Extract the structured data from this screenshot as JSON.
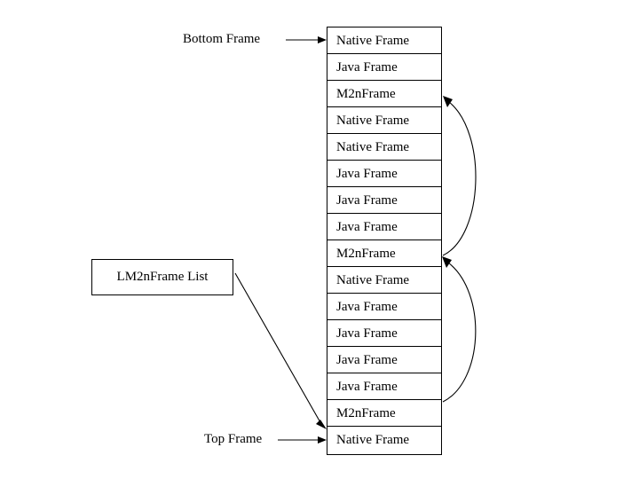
{
  "diagram": {
    "title_text_present": false,
    "background_color": "#ffffff",
    "line_color": "#000000",
    "stack": {
      "name": "frame-stack",
      "rows": [
        {
          "label": "Native Frame"
        },
        {
          "label": "Java Frame"
        },
        {
          "label": "M2nFrame"
        },
        {
          "label": "Native Frame"
        },
        {
          "label": "Native Frame"
        },
        {
          "label": "Java Frame"
        },
        {
          "label": "Java Frame"
        },
        {
          "label": "Java Frame"
        },
        {
          "label": "M2nFrame"
        },
        {
          "label": "Native Frame"
        },
        {
          "label": "Java Frame"
        },
        {
          "label": "Java Frame"
        },
        {
          "label": "Java Frame"
        },
        {
          "label": "Java Frame"
        },
        {
          "label": "M2nFrame"
        },
        {
          "label": "Native Frame"
        }
      ]
    },
    "labels": {
      "bottom_frame": "Bottom Frame",
      "top_frame": "Top Frame",
      "lm2n_list_box": "LM2nFrame List"
    },
    "connectors": [
      {
        "name": "bottom-frame-pointer",
        "kind": "straight-arrow",
        "from_label": "Bottom Frame",
        "to_row_index": 0
      },
      {
        "name": "top-frame-pointer",
        "kind": "straight-arrow",
        "from_label": "Top Frame",
        "to_row_index": 15
      },
      {
        "name": "lm2n-list-head-pointer",
        "kind": "straight-arrow",
        "from_label": "LM2nFrame List",
        "to_row_index": 15
      },
      {
        "name": "m2n-link-lower",
        "kind": "curved-arrow",
        "from_row_index": 14,
        "to_row_index": 8
      },
      {
        "name": "m2n-link-upper",
        "kind": "curved-arrow",
        "from_row_index": 8,
        "to_row_index": 2
      }
    ]
  }
}
